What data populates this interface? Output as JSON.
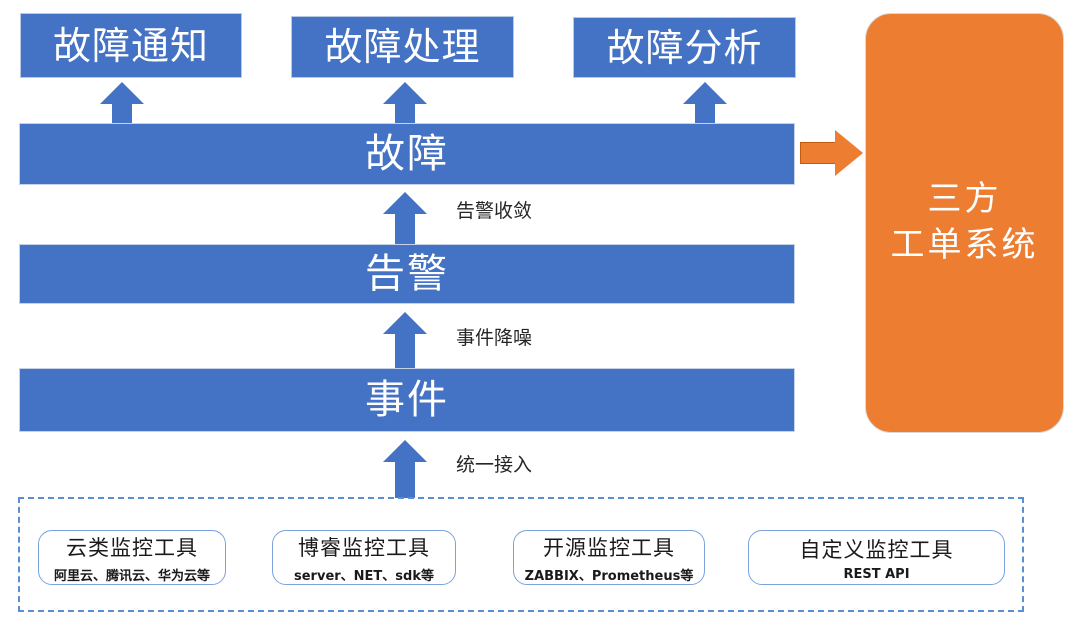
{
  "diagram": {
    "colors": {
      "primary_blue": "#4472c4",
      "accent_orange": "#ed7d31",
      "dashed_border": "#5b8fd4",
      "pill_border": "#7ba2dd",
      "text_dark": "#262626"
    },
    "outcome_boxes": [
      {
        "label": "故障通知"
      },
      {
        "label": "故障处理"
      },
      {
        "label": "故障分析"
      }
    ],
    "stages": [
      {
        "label": "故障"
      },
      {
        "label": "告警"
      },
      {
        "label": "事件"
      }
    ],
    "flow_labels": [
      {
        "label": "告警收敛"
      },
      {
        "label": "事件降噪"
      },
      {
        "label": "统一接入"
      }
    ],
    "external_system": {
      "line1": "三方",
      "line2": "工单系统"
    },
    "sources": [
      {
        "title": "云类监控工具",
        "subtitle": "阿里云、腾讯云、华为云等"
      },
      {
        "title": "博睿监控工具",
        "subtitle": "server、NET、sdk等"
      },
      {
        "title": "开源监控工具",
        "subtitle": "ZABBIX、Prometheus等"
      },
      {
        "title": "自定义监控工具",
        "subtitle": "REST API"
      }
    ]
  }
}
